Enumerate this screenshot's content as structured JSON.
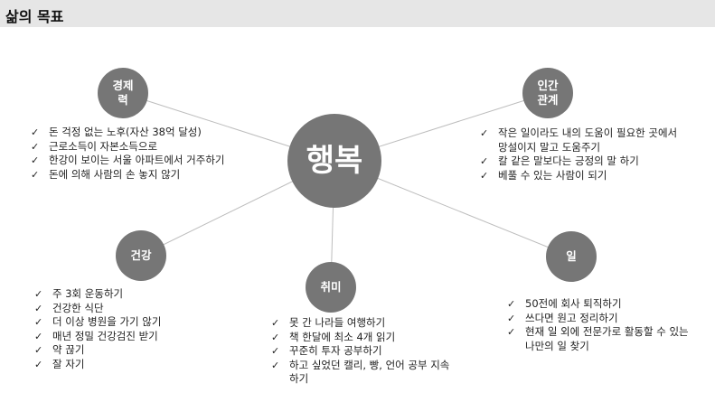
{
  "title": "삶의 목표",
  "center": "행복",
  "colors": {
    "node": "#767676",
    "line": "#bdbdbd",
    "titlebar": "#e6e6e6"
  },
  "check_icon": "✓",
  "nodes": {
    "economy": {
      "label": "경제\n력",
      "items": [
        "돈 걱정 없는 노후(자산 38억 달성)",
        "근로소득이 자본소득으로",
        "한강이 보이는 서울 아파트에서 거주하기",
        "돈에 의해 사람의 손 놓지 않기"
      ]
    },
    "relations": {
      "label": "인간\n관계",
      "items": [
        "작은 일이라도 내의 도움이 필요한 곳에서  망설이지 말고 도움주기",
        "칼 같은 말보다는 긍정의 말 하기",
        "베풀 수 있는 사람이 되기"
      ]
    },
    "health": {
      "label": "건강",
      "items": [
        "주 3회 운동하기",
        "건강한 식단",
        "더 이상 병원을 가기 않기",
        "매년 정밀 건강검진 받기",
        "약 끊기",
        "잘 자기"
      ]
    },
    "hobby": {
      "label": "취미",
      "items": [
        "못 간 나라들 여행하기",
        "책 한달에 최소 4개 읽기",
        "꾸준히 투자 공부하기",
        "하고 싶었던 캘리, 빵, 언어 공부 지속하기"
      ]
    },
    "work": {
      "label": "일",
      "items": [
        "50전에 회사 퇴직하기",
        "쓰다면 원고 정리하기",
        "현재 일 외에 전문가로 활동할 수 있는 나만의 일 찾기"
      ]
    }
  }
}
